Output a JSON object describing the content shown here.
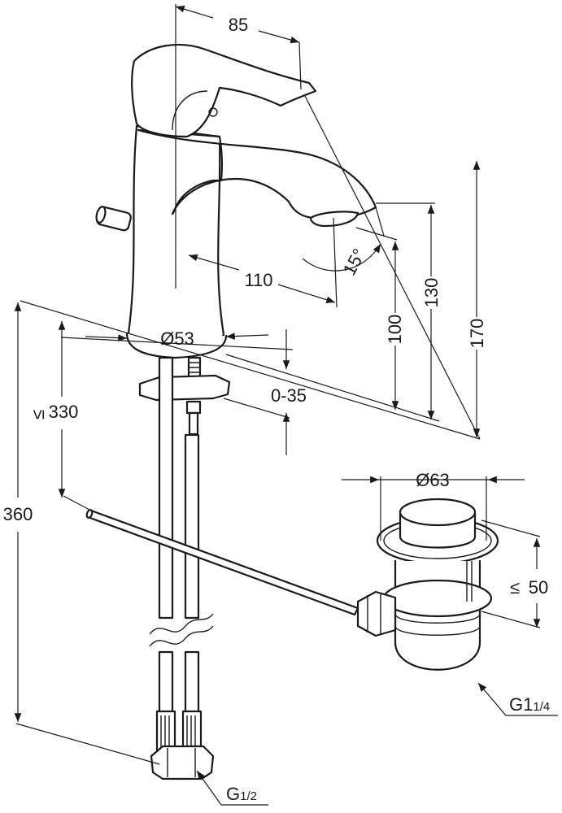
{
  "dimensions": {
    "spout_offset": "85",
    "projection": "110",
    "spout_angle": "15°",
    "base_diameter": "Ø53",
    "outlet_height": "100",
    "spout_height": "130",
    "total_height": "170",
    "deck_thickness": "0-35",
    "max_length": "330",
    "hose_length": "360",
    "waste_diameter": "Ø63",
    "waste_height": "50",
    "waste_thread_main": "G1",
    "waste_thread_fraction": "1/4",
    "inlet_thread_main": "G",
    "inlet_thread_fraction": "1/2"
  },
  "symbols": {
    "less_equal": "≤"
  }
}
